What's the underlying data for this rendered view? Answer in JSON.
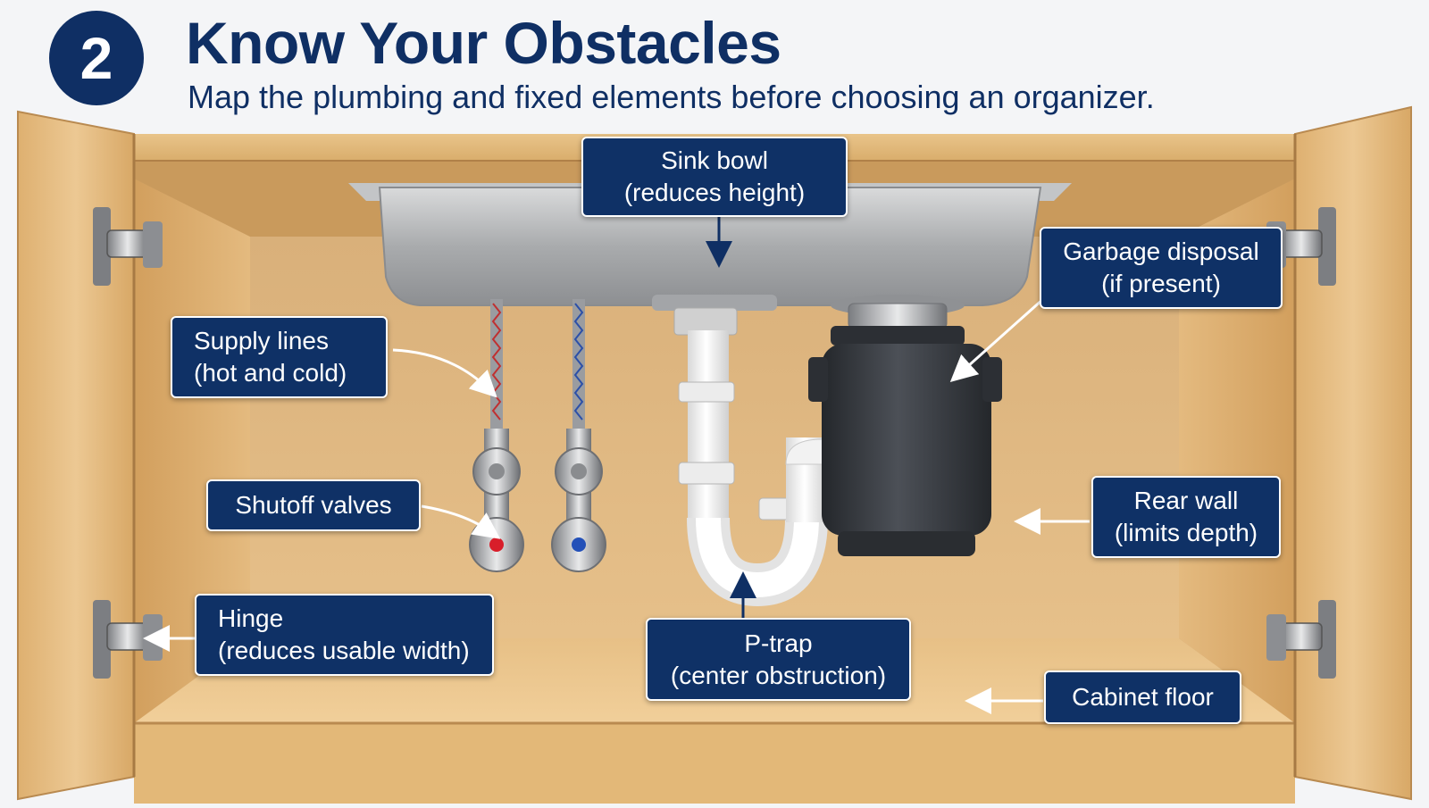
{
  "header": {
    "step_number": "2",
    "title": "Know Your Obstacles",
    "subtitle": "Map the plumbing and fixed elements before choosing an organizer."
  },
  "callouts": {
    "sink_bowl": {
      "line1": "Sink bowl",
      "line2": "(reduces height)"
    },
    "garbage_disposal": {
      "line1": "Garbage disposal",
      "line2": "(if present)"
    },
    "supply_lines": {
      "line1": "Supply lines",
      "line2": "(hot and cold)"
    },
    "shutoff_valves": {
      "line1": "Shutoff valves"
    },
    "rear_wall": {
      "line1": "Rear wall",
      "line2": "(limits depth)"
    },
    "hinge": {
      "line1": "Hinge",
      "line2": "(reduces usable width)"
    },
    "p_trap": {
      "line1": "P-trap",
      "line2": "(center obstruction)"
    },
    "cabinet_floor": {
      "line1": "Cabinet floor"
    }
  },
  "colors": {
    "label_bg": "#0f3166",
    "title": "#0f2f64",
    "wood": "#e2b97c",
    "wood_dark": "#c8985a",
    "steel": "#b4b6b8",
    "pvc": "#f4f4f4",
    "disposal": "#3a3d42",
    "hot_valve": "#d81e2a",
    "cold_valve": "#2350b8"
  }
}
